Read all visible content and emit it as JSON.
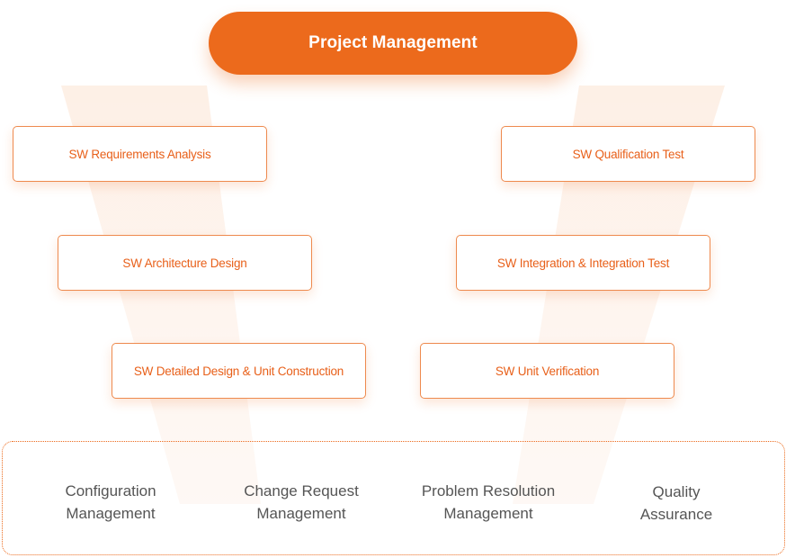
{
  "header": {
    "title": "Project Management"
  },
  "left_phases": [
    {
      "label": "SW Requirements Analysis"
    },
    {
      "label": "SW Architecture Design"
    },
    {
      "label": "SW Detailed Design & Unit Construction"
    }
  ],
  "right_phases": [
    {
      "label": "SW Qualification Test"
    },
    {
      "label": "SW Integration & Integration Test"
    },
    {
      "label": "SW Unit Verification"
    }
  ],
  "support_processes": [
    {
      "label": "Configuration\nManagement"
    },
    {
      "label": "Change Request\nManagement"
    },
    {
      "label": "Problem Resolution\nManagement"
    },
    {
      "label": "Quality\nAssurance"
    }
  ],
  "colors": {
    "accent": "#ec6a1c",
    "box_text": "#e8601a",
    "support_text": "#555555",
    "v_shape": "#fdf0e7"
  }
}
